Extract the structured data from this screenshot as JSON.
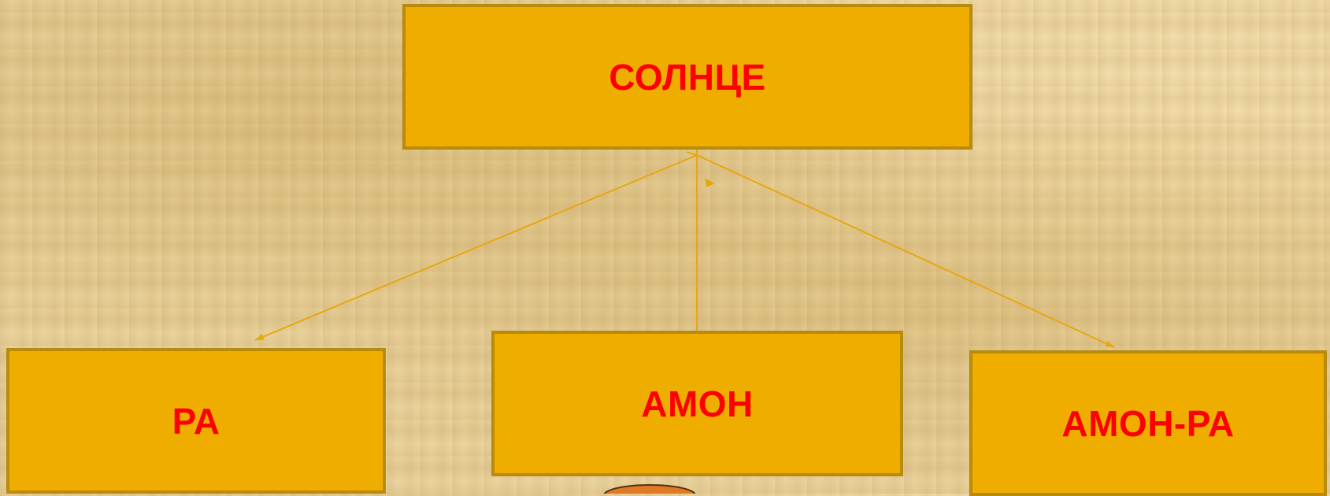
{
  "diagram": {
    "root": {
      "label": "СОЛНЦЕ"
    },
    "children": [
      {
        "label": "РА"
      },
      {
        "label": "АМОН"
      },
      {
        "label": "АМОН-РА"
      }
    ]
  },
  "colors": {
    "box_fill": "#efad00",
    "box_border": "#b88a0e",
    "text": "#ff0000",
    "connector": "#e7a710",
    "background": "#e9d29c"
  }
}
